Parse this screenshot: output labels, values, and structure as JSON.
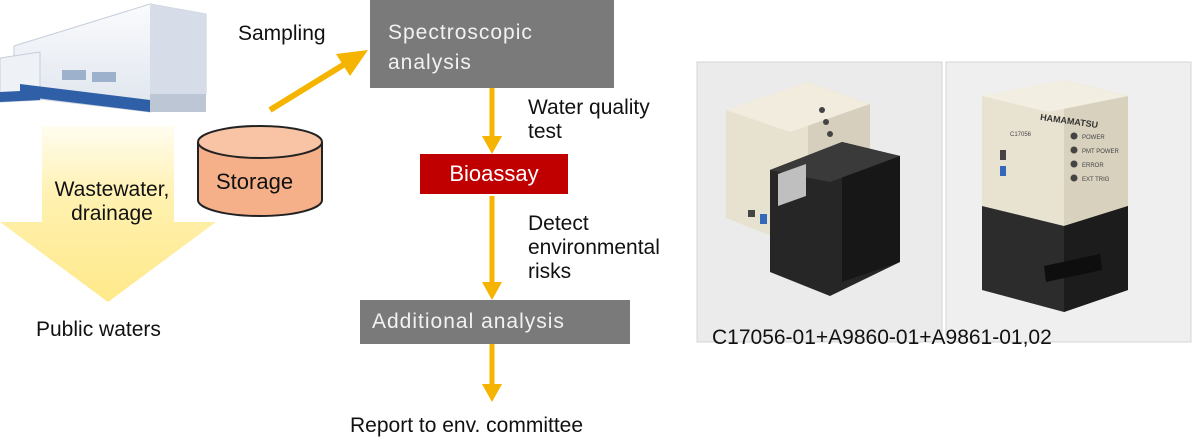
{
  "labels": {
    "sampling": "Sampling",
    "spectroscopic_line1": "Spectroscopic",
    "spectroscopic_line2": "analysis",
    "water_quality_line1": "Water quality",
    "water_quality_line2": "test",
    "bioassay": "Bioassay",
    "detect_line1": "Detect",
    "detect_line2": "environmental",
    "detect_line3": "risks",
    "additional_analysis": "Additional analysis",
    "report": "Report to env. committee",
    "storage": "Storage",
    "wastewater_line1": "Wastewater,",
    "wastewater_line2": "drainage",
    "public_waters": "Public waters",
    "product_code": "C17056-01+A9860-01+A9861-01,02"
  },
  "device_brand": "HAMAMATSU",
  "device_model": "C17056",
  "device_indicator_labels": [
    "POWER",
    "PMT POWER",
    "ERROR",
    "EXT TRIG"
  ],
  "colors": {
    "arrow_orange": "#f5b400",
    "gray_box": "#7a7a7a",
    "bioassay_red": "#c00000",
    "storage_fill": "#f5b08a",
    "down_arrow_fill": "#fff2b3"
  }
}
